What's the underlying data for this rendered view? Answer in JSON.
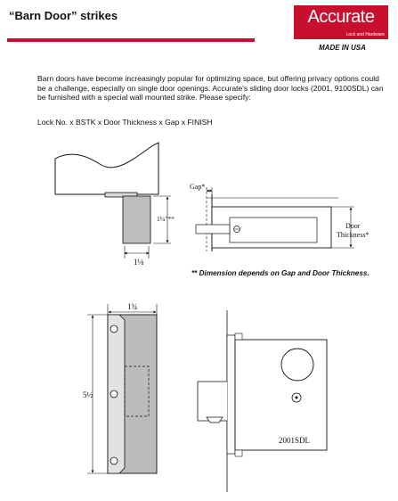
{
  "header": {
    "title": "“Barn Door” strikes",
    "brand_name": "Accurate",
    "brand_tagline": "Lock and Hardware",
    "made_in": "MADE IN USA",
    "accent_color": "#c8102e"
  },
  "body": {
    "intro": "Barn doors have become increasingly popular for optimizing space, but offering privacy options could be a challenge, especially on single door openings.  Accurate's sliding door locks (2001, 9100SDL) can be furnished with a special wall mounted strike.  Please specify:",
    "spec_line": "Lock No. x  BSTK x Door Thickness x Gap x FINISH"
  },
  "figure_labels": {
    "gap": "Gap*",
    "height_dim": "1¼\"**",
    "width_dim": "1⅛",
    "door_thickness_line1": "Door",
    "door_thickness_line2": "Thickness*",
    "note": "** Dimension depends on Gap and Door Thickness.",
    "plate_width": "1¾",
    "plate_height": "5½",
    "model": "2001SDL"
  }
}
